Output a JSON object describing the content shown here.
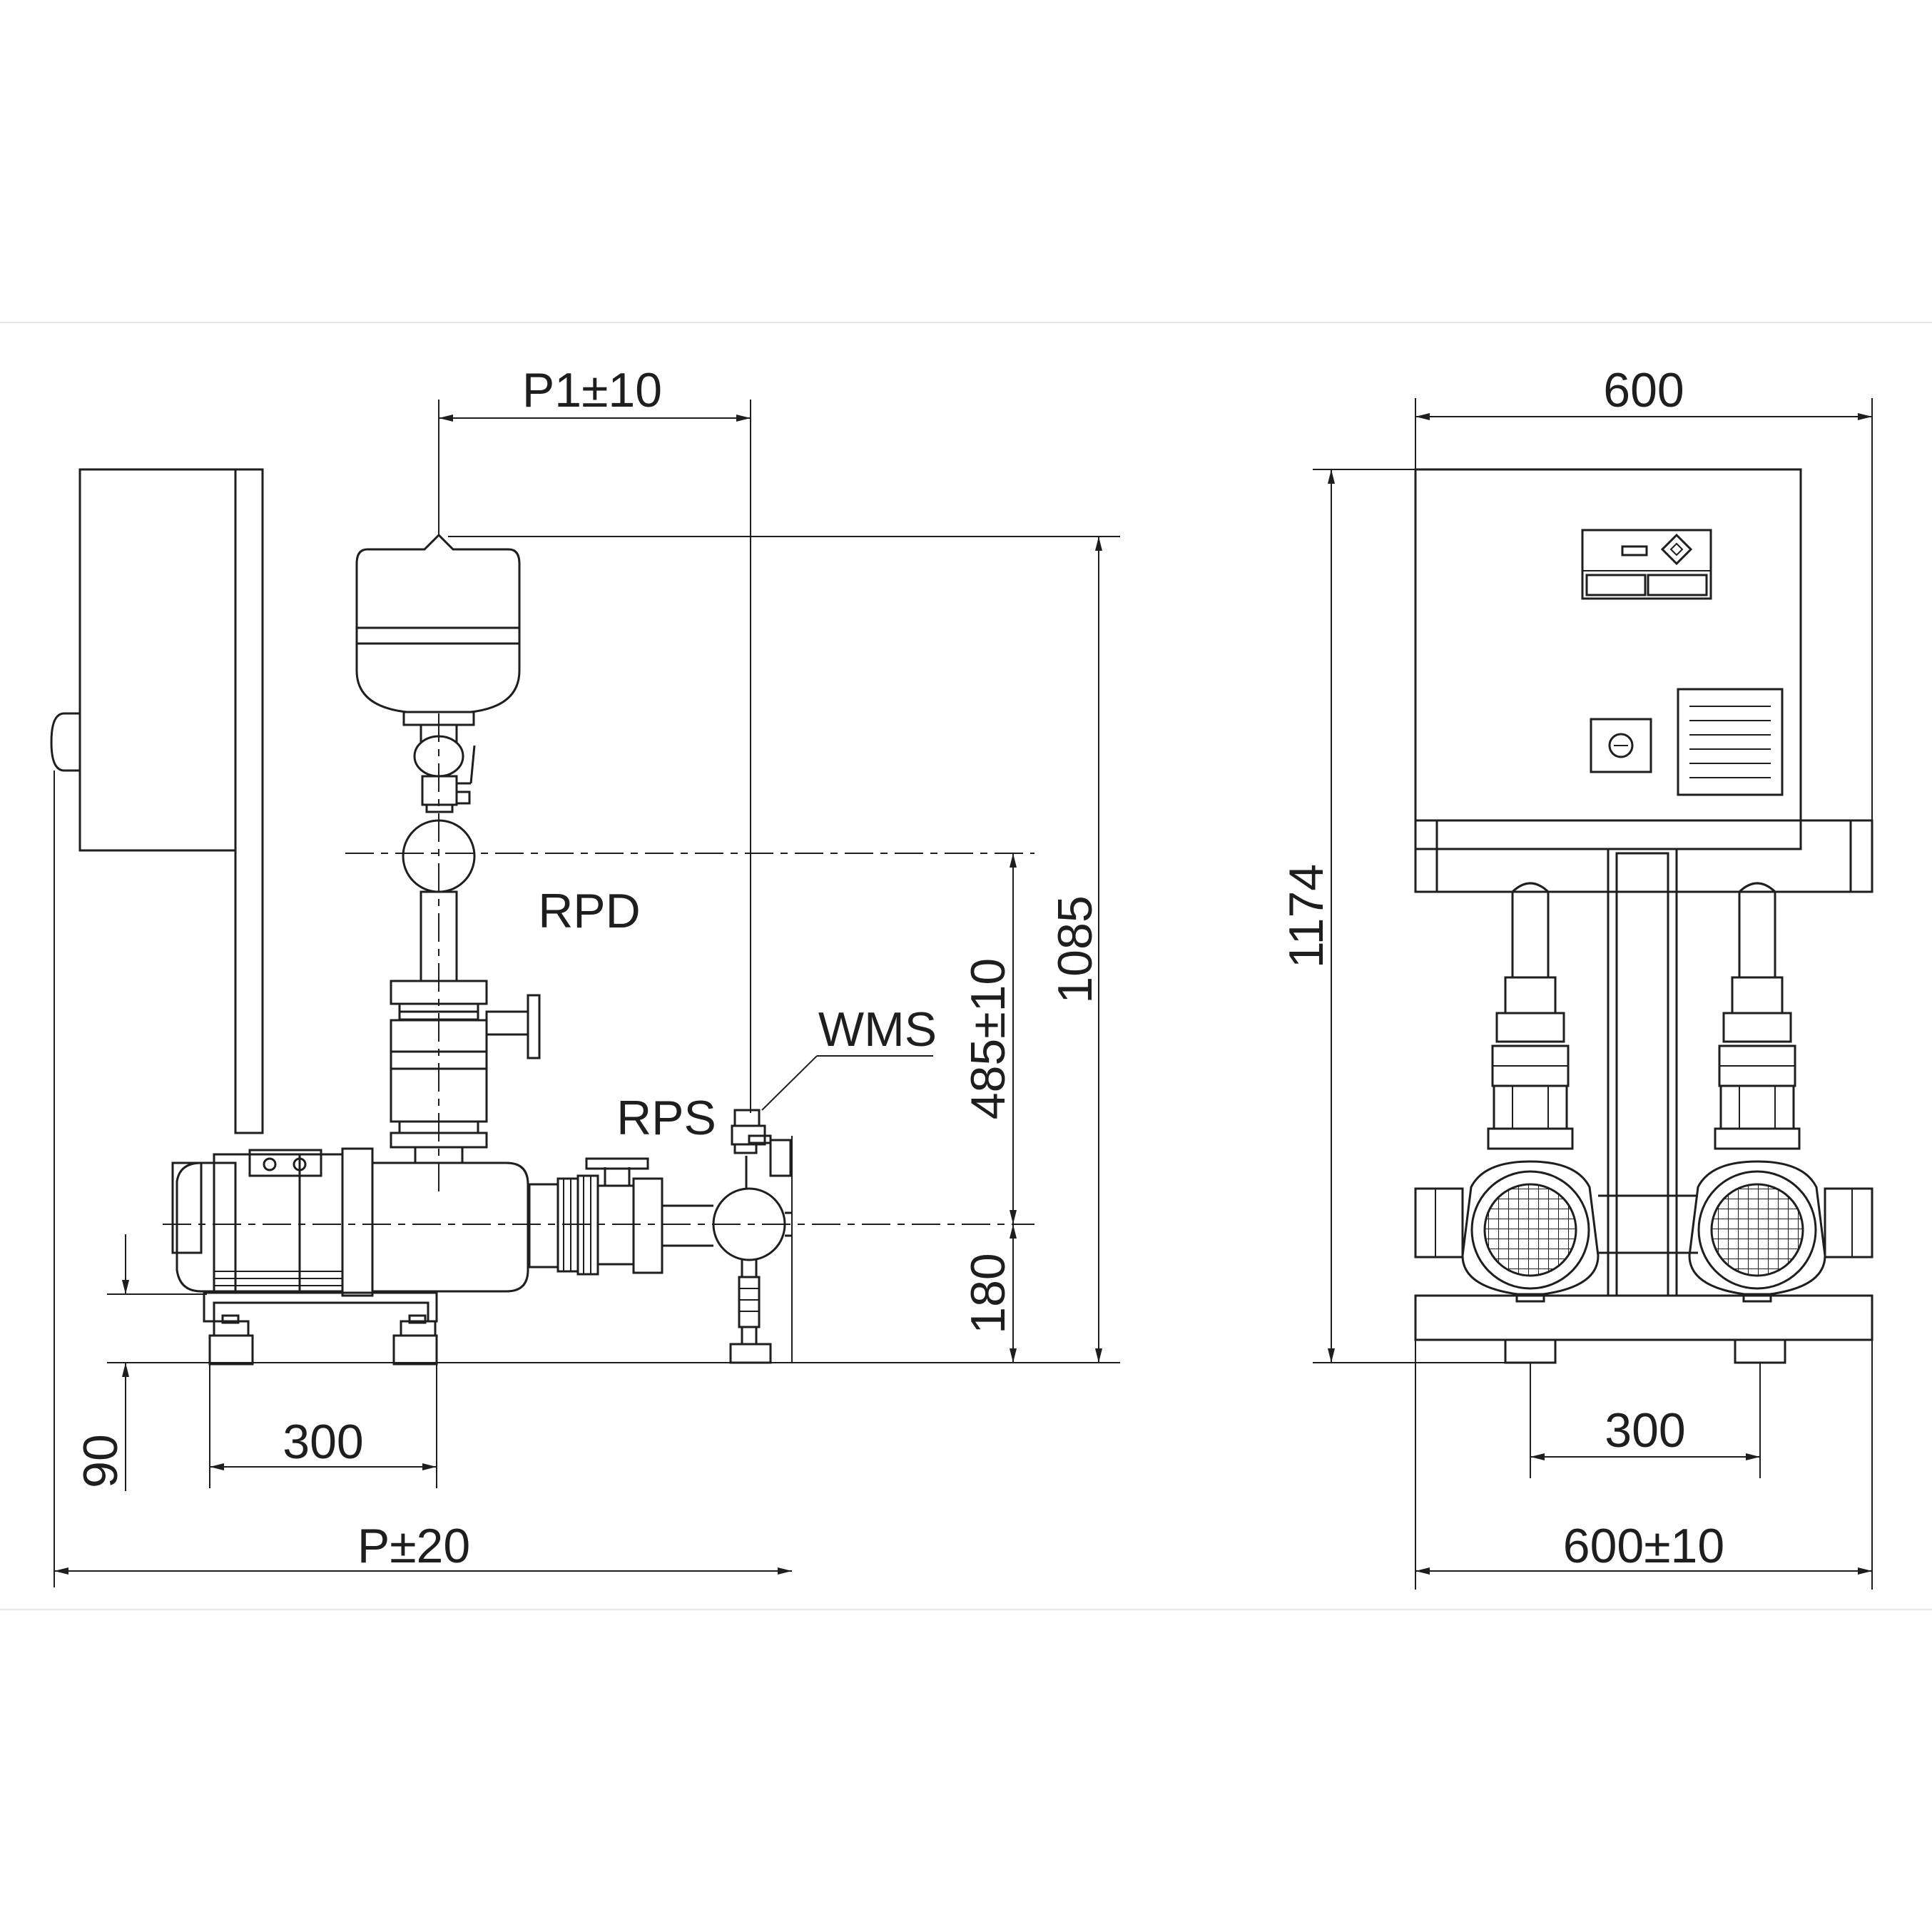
{
  "side_view": {
    "labels": {
      "p1": "P1±10",
      "rpd": "RPD",
      "wms": "WMS",
      "rps": "RPS",
      "d485": "485±10",
      "d1085": "1085",
      "d180": "180",
      "d90": "90",
      "d300": "300",
      "p20": "P±20"
    }
  },
  "front_view": {
    "labels": {
      "d600_top": "600",
      "d1174": "1174",
      "d300": "300",
      "d600_bottom": "600±10"
    }
  }
}
